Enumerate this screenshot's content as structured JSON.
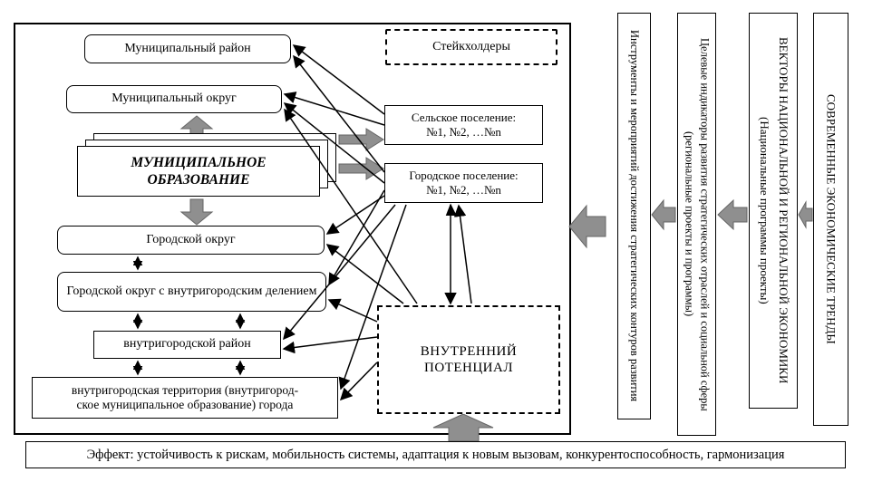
{
  "main": {
    "municipal_district": "Муниципальный район",
    "municipal_okrug": "Муниципальный округ",
    "municipal_formation_line1": "МУНИЦИПАЛЬНОЕ",
    "municipal_formation_line2": "ОБРАЗОВАНИЕ",
    "stakeholders": "Стейкхолдеры",
    "rural_settlement_line1": "Сельское поселение:",
    "rural_settlement_line2": "№1, №2, …№n",
    "urban_settlement_line1": "Городское поселение:",
    "urban_settlement_line2": "№1, №2, …№n",
    "city_okrug": "Городской округ",
    "city_okrug_division": "Городской округ с внутригородским делением",
    "intracity_district": "внутригородской район",
    "intracity_territory_line1": "внутригородская территория (внутригород-",
    "intracity_territory_line2": "ское муниципальное образование) города",
    "internal_potential_line1": "ВНУТРЕННИЙ",
    "internal_potential_line2": "ПОТЕНЦИАЛ"
  },
  "right_bars": {
    "instruments": "Инструменты и мероприятий достижения стратегических контуров развития",
    "indicators": "Целевые индикаторы развития стратегических отраслей и социальной сферы (региональные проекты и программы)",
    "vectors": "ВЕКТОРЫ НАЦИОНАЛЬНОЙ И РЕГИОНАЛЬНОЙ ЭКОНОМИКИ (Национальные программы проекты)",
    "trends": "СОВРЕМЕННЫЕ ЭКОНОМИЧЕСКИЕ ТРЕНДЫ"
  },
  "effect": "Эффект: устойчивость к рискам, мобильность системы, адаптация к новым вызовам, конкурентоспособность, гармонизация",
  "colors": {
    "arrow_gray": "#8f8f8f",
    "arrow_gray_edge": "#666666",
    "line_black": "#000000"
  }
}
